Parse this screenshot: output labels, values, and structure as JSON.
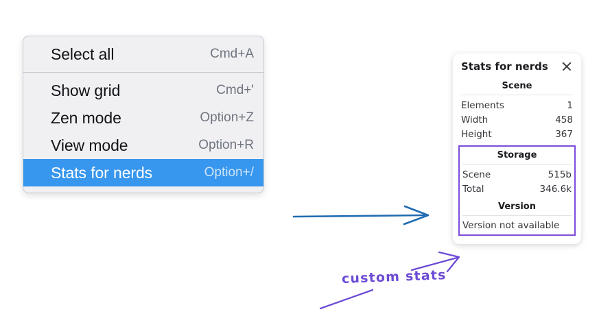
{
  "context_menu": {
    "groups": [
      {
        "items": [
          {
            "label": "Select all",
            "shortcut": "Cmd+A",
            "highlighted": false
          }
        ]
      },
      {
        "items": [
          {
            "label": "Show grid",
            "shortcut": "Cmd+'",
            "highlighted": false
          },
          {
            "label": "Zen mode",
            "shortcut": "Option+Z",
            "highlighted": false
          },
          {
            "label": "View mode",
            "shortcut": "Option+R",
            "highlighted": false
          },
          {
            "label": "Stats for nerds",
            "shortcut": "Option+/",
            "highlighted": true
          }
        ]
      }
    ],
    "highlight_color": "#3796ed"
  },
  "stats_panel": {
    "title": "Stats for nerds",
    "close_icon": "close-icon",
    "scene": {
      "section_label": "Scene",
      "rows": [
        {
          "key": "Elements",
          "value": "1"
        },
        {
          "key": "Width",
          "value": "458"
        },
        {
          "key": "Height",
          "value": "367"
        }
      ]
    },
    "custom": {
      "storage": {
        "section_label": "Storage",
        "rows": [
          {
            "key": "Scene",
            "value": "515b"
          },
          {
            "key": "Total",
            "value": "346.6k"
          }
        ]
      },
      "version": {
        "section_label": "Version",
        "text": "Version not available"
      },
      "highlight_border_color": "#7c4ddb"
    }
  },
  "annotations": {
    "blue_arrow_color": "#1f6bb0",
    "purple_color": "#6c4bd4",
    "handwritten_note": "custom stats"
  }
}
